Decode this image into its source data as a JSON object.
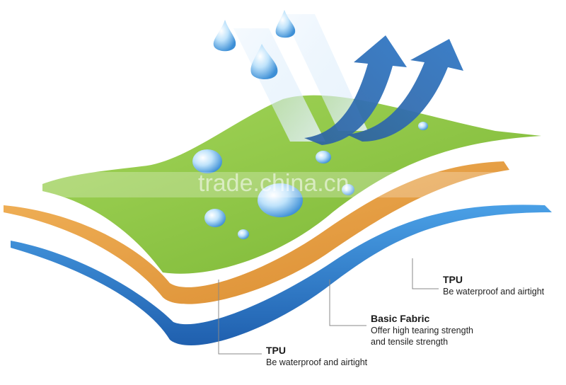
{
  "watermark": "trade.china.cn",
  "labels": {
    "tpu_top": {
      "title": "TPU",
      "desc": "Be waterproof and airtight"
    },
    "fabric": {
      "title": "Basic Fabric",
      "desc_lines": [
        "Offer high tearing strength",
        "and tensile strength"
      ]
    },
    "tpu_bottom": {
      "title": "TPU",
      "desc": "Be waterproof and airtight"
    }
  },
  "colors": {
    "top_layer": "#8cc63f",
    "middle_layer": "#e8a54a",
    "bottom_layer": "#2f7fd0",
    "arrow": "#2f6fb8",
    "leader_line": "#888888"
  },
  "icons": [
    "water-drop-icon",
    "vapor-arrow-icon"
  ]
}
